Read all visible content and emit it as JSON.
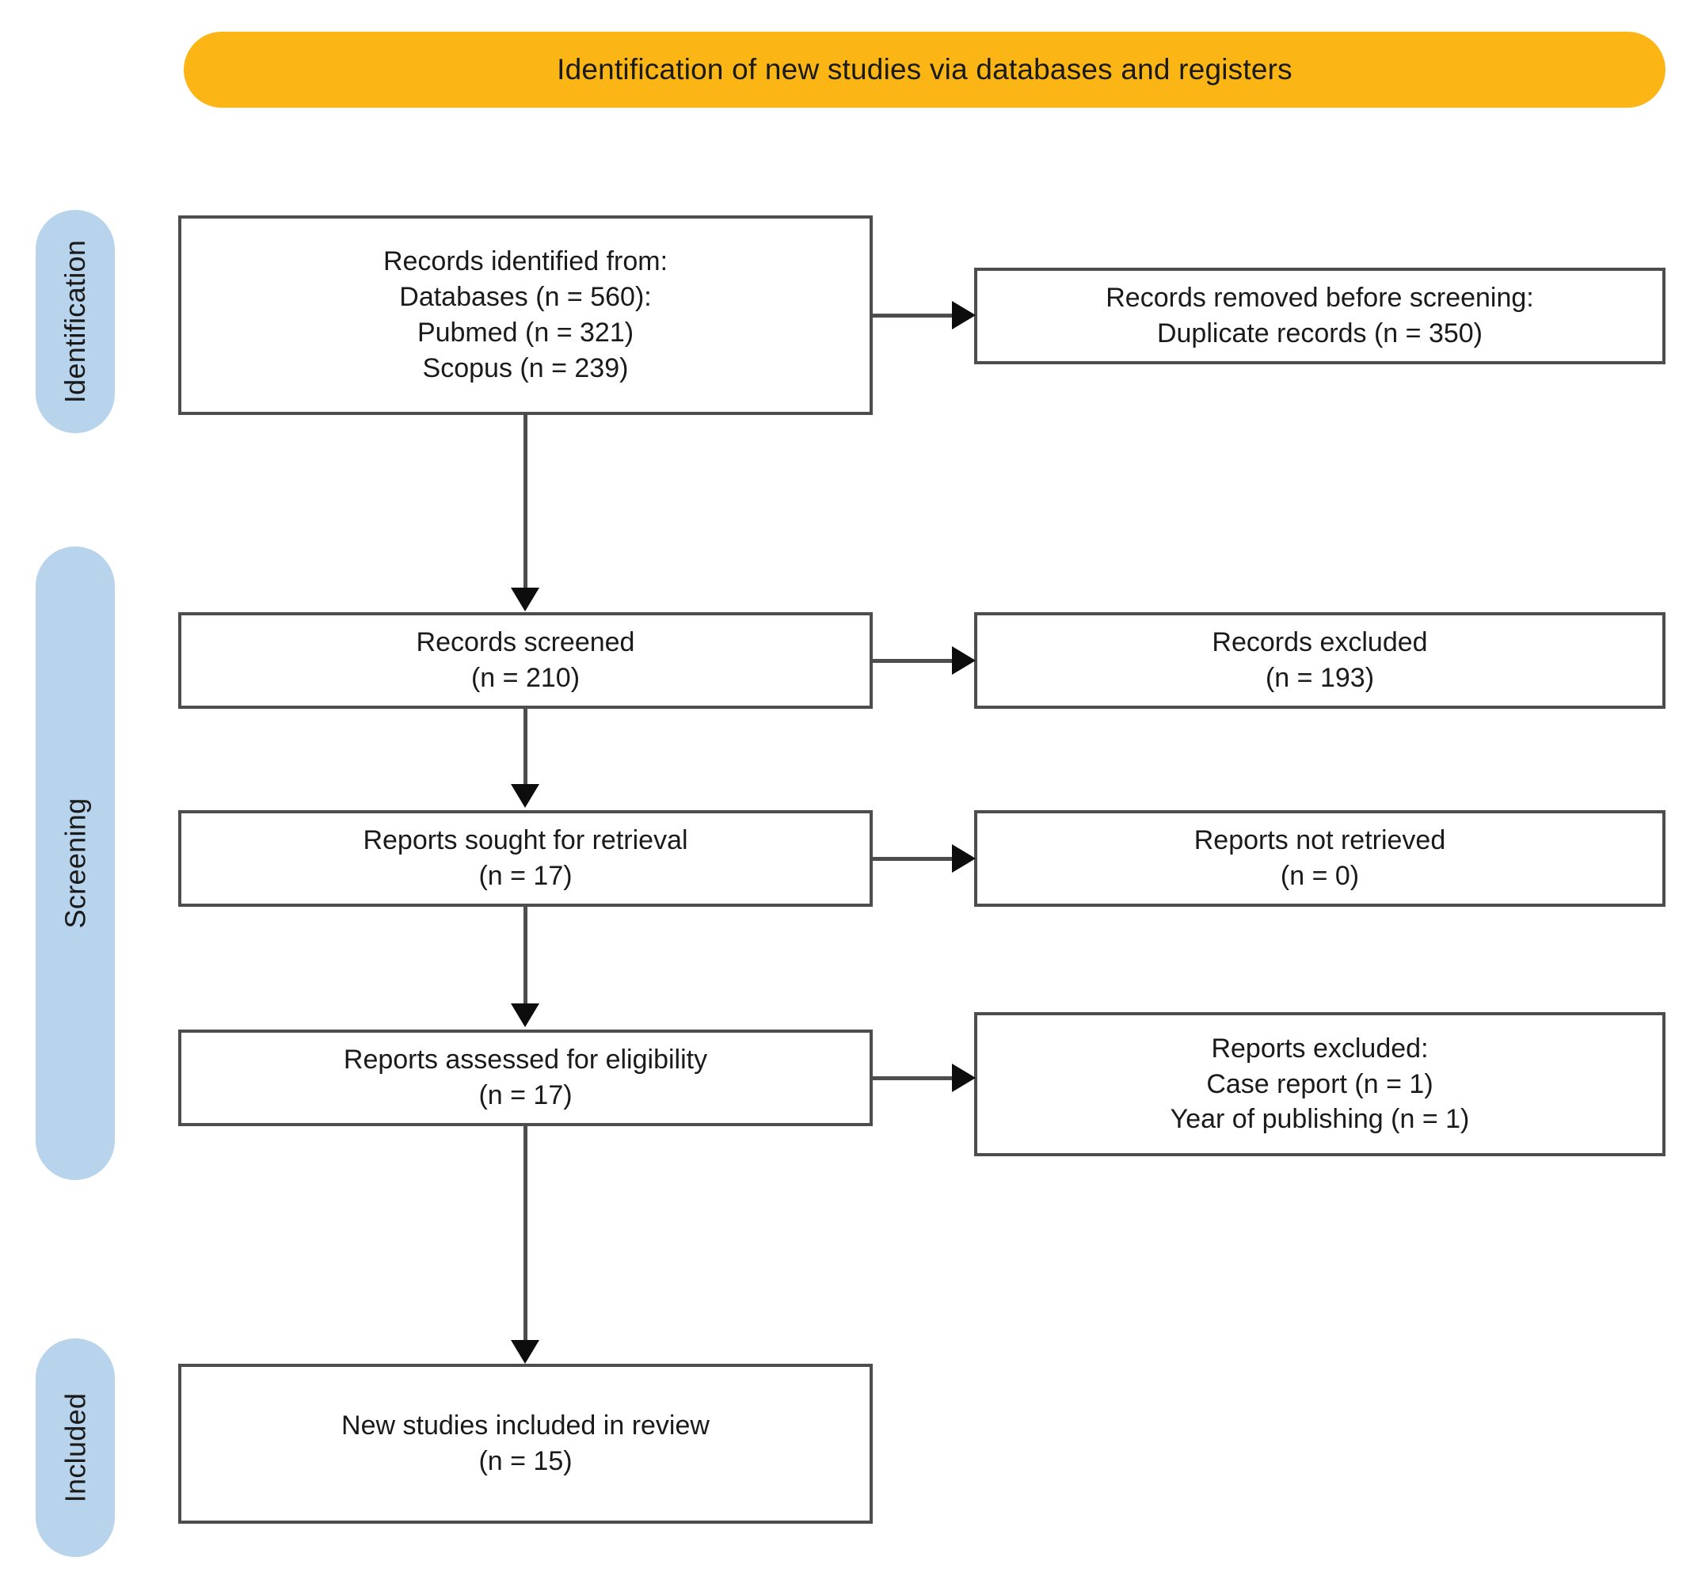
{
  "diagram": {
    "type": "prisma-flow-diagram",
    "banner": {
      "title": "Identification of new studies via databases and registers",
      "color": "#FBB615"
    },
    "stage_pill_color": "#B8D3EC",
    "box_border_color": "#4d4d4d",
    "stages": [
      {
        "id": "identification",
        "label": "Identification"
      },
      {
        "id": "screening",
        "label": "Screening"
      },
      {
        "id": "included",
        "label": "Included"
      }
    ],
    "boxes": {
      "identified": {
        "lines": [
          "Records identified from:",
          "Databases (n = 560):",
          "Pubmed (n = 321)",
          "Scopus (n = 239)"
        ]
      },
      "removed": {
        "lines": [
          "Records removed before screening:",
          "Duplicate records (n = 350)"
        ]
      },
      "screened": {
        "lines": [
          "Records screened",
          "(n = 210)"
        ]
      },
      "excluded": {
        "lines": [
          "Records excluded",
          "(n = 193)"
        ]
      },
      "sought": {
        "lines": [
          "Reports sought for retrieval",
          "(n = 17)"
        ]
      },
      "not_retrieved": {
        "lines": [
          "Reports not retrieved",
          "(n = 0)"
        ]
      },
      "eligibility": {
        "lines": [
          "Reports assessed for eligibility",
          "(n = 17)"
        ]
      },
      "reports_excluded": {
        "lines": [
          "Reports excluded:",
          "Case report (n = 1)",
          "Year of publishing (n = 1)"
        ]
      },
      "included": {
        "lines": [
          "New studies included in review",
          "(n = 15)"
        ]
      }
    },
    "counts": {
      "databases_total": 560,
      "pubmed": 321,
      "scopus": 239,
      "duplicates_removed": 350,
      "records_screened": 210,
      "records_excluded": 193,
      "reports_sought": 17,
      "reports_not_retrieved": 0,
      "reports_assessed": 17,
      "excluded_case_report": 1,
      "excluded_year_of_publishing": 1,
      "studies_included": 15
    }
  }
}
